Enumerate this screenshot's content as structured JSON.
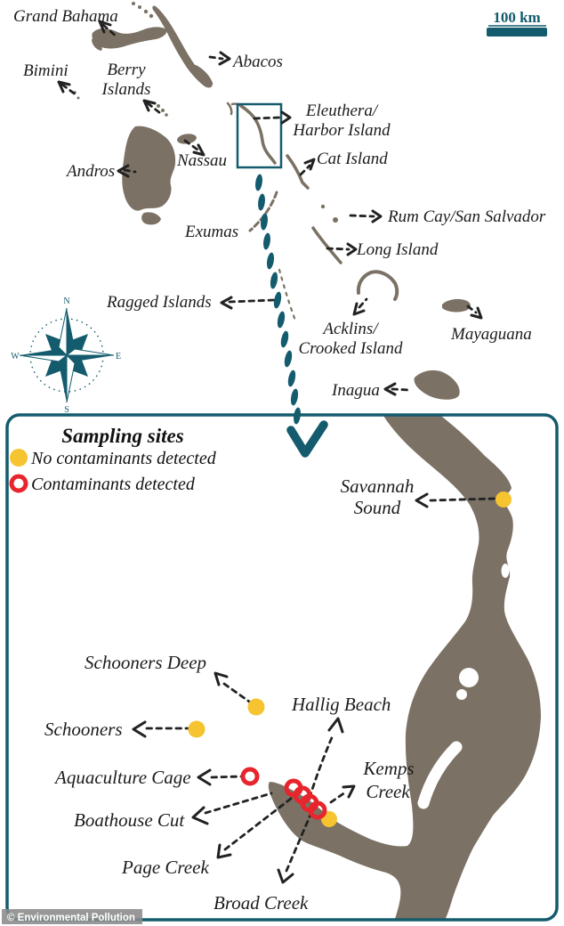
{
  "figure": {
    "type": "map",
    "region": "The Bahamas with inset of Eleuthera / Harbor Island sampling area"
  },
  "colors": {
    "teal_accent": "#135B6D",
    "land": "#7B7164",
    "label_text": "#1C1C1C",
    "marker_no_contaminants": "#F6C331",
    "marker_contaminants": "#E8242C",
    "watermark_bg": "#8A8A8A",
    "watermark_text": "#FFFFFF"
  },
  "overview": {
    "scale_bar": "100 km",
    "compass": {
      "n": "N",
      "s": "S",
      "e": "E",
      "w": "W"
    },
    "labels": {
      "grand_bahama": "Grand Bahama",
      "bimini": "Bimini",
      "berry_1": "Berry",
      "berry_2": "Islands",
      "abacos": "Abacos",
      "eleuthera_1": "Eleuthera/",
      "eleuthera_2": "Harbor Island",
      "nassau": "Nassau",
      "cat_island": "Cat Island",
      "andros": "Andros",
      "rum_cay": "Rum Cay/San Salvador",
      "exumas": "Exumas",
      "long_island": "Long Island",
      "ragged_islands": "Ragged Islands",
      "acklins_1": "Acklins/",
      "acklins_2": "Crooked Island",
      "mayaguana": "Mayaguana",
      "inagua": "Inagua"
    }
  },
  "inset": {
    "legend_title": "Sampling sites",
    "legend_no_contaminants": "No contaminants detected",
    "legend_contaminants": "Contaminants detected",
    "labels": {
      "savannah_1": "Savannah",
      "savannah_2": "Sound",
      "schooners_deep": "Schooners Deep",
      "hallig_beach": "Hallig Beach",
      "schooners": "Schooners",
      "aquaculture_cage": "Aquaculture Cage",
      "kemps_1": "Kemps",
      "kemps_2": "Creek",
      "boathouse_cut": "Boathouse Cut",
      "page_creek": "Page Creek",
      "broad_creek": "Broad Creek"
    },
    "markers": [
      {
        "site": "Savannah Sound",
        "status": "no contaminants detected"
      },
      {
        "site": "Schooners Deep",
        "status": "no contaminants detected"
      },
      {
        "site": "Schooners",
        "status": "no contaminants detected"
      },
      {
        "site": "Aquaculture Cage",
        "status": "contaminants detected"
      },
      {
        "site": "Boathouse Cut cluster (4 rings)",
        "status": "contaminants detected"
      },
      {
        "site": "Kemps Creek shore dot",
        "status": "no contaminants detected"
      }
    ]
  },
  "watermark": "© Environmental Pollution"
}
